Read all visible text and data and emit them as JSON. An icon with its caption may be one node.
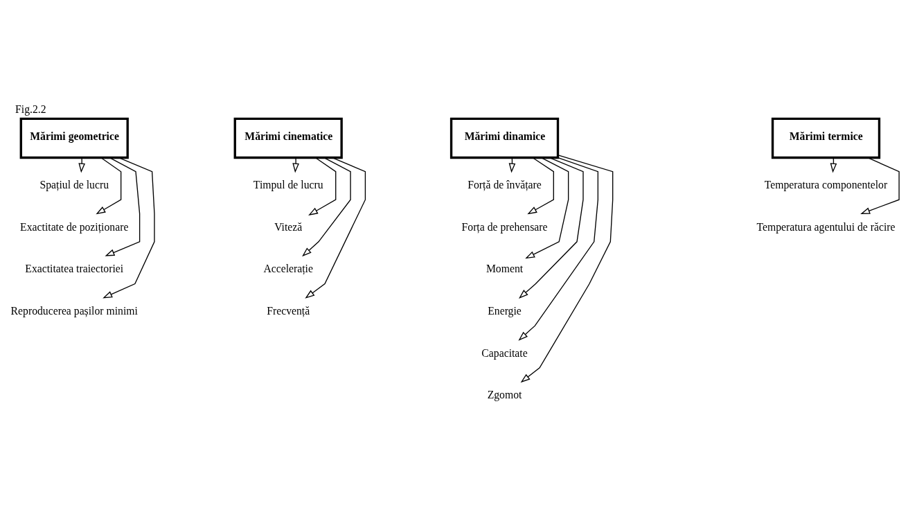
{
  "diagram": {
    "title": "Fig.2.2",
    "nodes": [
      {
        "text": [
          "Mărimi geometrice"
        ]
      },
      {
        "text": [
          "Spațiul de lucru"
        ]
      },
      {
        "text": [
          "Exactitate de poziționare"
        ]
      },
      {
        "text": [
          "Exactitatea traiectoriei"
        ]
      },
      {
        "text": [
          "Reproducerea pașilor minimi"
        ]
      },
      {
        "text": [
          "Mărimi cinematice"
        ]
      },
      {
        "text": [
          "Timpul de lucru"
        ]
      },
      {
        "text": [
          "Viteză"
        ]
      },
      {
        "text": [
          "Accelerație"
        ]
      },
      {
        "text": [
          "Frecvență"
        ]
      },
      {
        "text": [
          "Mărimi dinamice"
        ]
      },
      {
        "text": [
          "Forță de învățare"
        ]
      },
      {
        "text": [
          "Forța de prehensare"
        ]
      },
      {
        "text": [
          "Moment"
        ]
      },
      {
        "text": [
          "Energie"
        ]
      },
      {
        "text": [
          "Capacitate"
        ]
      },
      {
        "text": [
          "Zgomot"
        ]
      },
      {
        "text": [
          "Mărimi termice"
        ]
      },
      {
        "text": [
          "Temperatura componentelor"
        ]
      },
      {
        "text": [
          "Temperatura agentului de răcire"
        ]
      }
    ],
    "edges": [
      {
        "from": 0,
        "to": 1,
        "arrow": "to"
      },
      {
        "from": 0,
        "to": 2,
        "arrow": "to"
      },
      {
        "from": 0,
        "to": 3,
        "arrow": "to"
      },
      {
        "from": 0,
        "to": 4,
        "arrow": "to"
      },
      {
        "from": 5,
        "to": 6,
        "arrow": "to"
      },
      {
        "from": 5,
        "to": 7,
        "arrow": "to"
      },
      {
        "from": 5,
        "to": 8,
        "arrow": "to"
      },
      {
        "from": 5,
        "to": 9,
        "arrow": "to"
      },
      {
        "from": 10,
        "to": 11,
        "arrow": "to"
      },
      {
        "from": 10,
        "to": 12,
        "arrow": "to"
      },
      {
        "from": 10,
        "to": 13,
        "arrow": "to"
      },
      {
        "from": 10,
        "to": 14,
        "arrow": "to"
      },
      {
        "from": 10,
        "to": 15,
        "arrow": "to"
      },
      {
        "from": 10,
        "to": 16,
        "arrow": "to"
      },
      {
        "from": 17,
        "to": 18,
        "arrow": "to"
      },
      {
        "from": 17,
        "to": 19,
        "arrow": "to"
      }
    ]
  }
}
